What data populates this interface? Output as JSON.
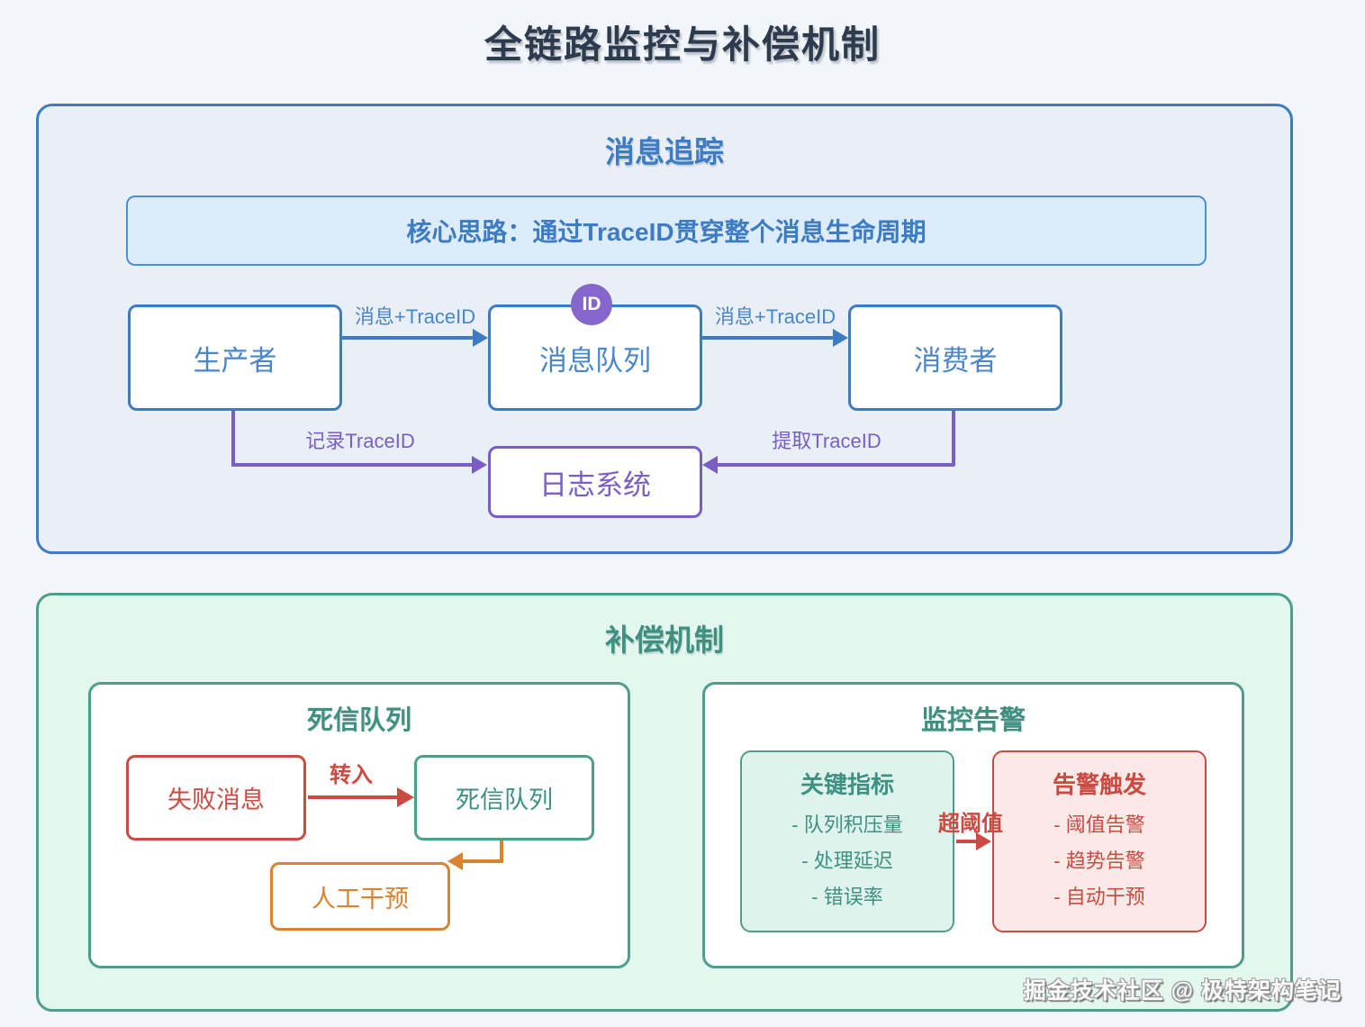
{
  "page": {
    "title": "全链路监控与补偿机制",
    "watermark": "掘金技术社区 @ 极特架构笔记"
  },
  "tracing": {
    "title": "消息追踪",
    "core_idea": "核心思路：通过TraceID贯穿整个消息生命周期",
    "nodes": {
      "producer": "生产者",
      "queue": "消息队列",
      "queue_badge": "ID",
      "consumer": "消费者",
      "log_system": "日志系统"
    },
    "edges": {
      "producer_to_queue": "消息+TraceID",
      "queue_to_consumer": "消息+TraceID",
      "producer_to_log": "记录TraceID",
      "consumer_to_log": "提取TraceID"
    }
  },
  "compensation": {
    "title": "补偿机制",
    "dead_letter": {
      "title": "死信队列",
      "failed_message": "失败消息",
      "dead_letter_queue": "死信队列",
      "manual_intervention": "人工干预",
      "transfer_label": "转入"
    },
    "monitoring": {
      "title": "监控告警",
      "metrics": {
        "title": "关键指标",
        "items": [
          "- 队列积压量",
          "- 处理延迟",
          "- 错误率"
        ]
      },
      "alerts": {
        "title": "告警触发",
        "items": [
          "- 阈值告警",
          "- 趋势告警",
          "- 自动干预"
        ]
      },
      "threshold_label": "超阈值"
    }
  },
  "colors": {
    "blue": "#3d7cc2",
    "blue_text": "#4a86c8",
    "purple": "#7a5ec6",
    "badge_purple": "#8766cb",
    "teal": "#4f9d8b",
    "teal_text": "#3e9183",
    "red": "#cb4a41",
    "orange": "#d9822f",
    "panel_blue_bg": "#e9eff6",
    "panel_green_bg": "#e3f7ee",
    "callout_bg": "#dcecfb",
    "metrics_bg": "#ddf3ec",
    "alerts_bg": "#fbe9e8",
    "page_bg": "#f2f5f9",
    "title_color": "#2d3b4f"
  }
}
